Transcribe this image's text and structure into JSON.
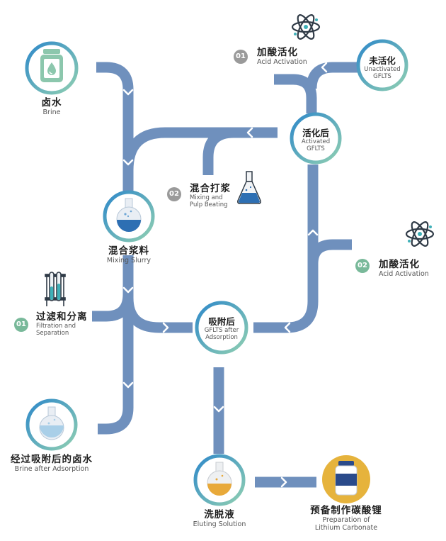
{
  "colors": {
    "pipe": "#6f90bd",
    "circle_gradient_blue": "#2f89c9",
    "circle_gradient_green": "#8fcfb2",
    "badge_grey": "#9a9a9a",
    "badge_green": "#79b99a",
    "product": "#e6b33c"
  },
  "nodes": {
    "brine": {
      "zh": "卤水",
      "en": "Brine",
      "icon": "brine-bottle-icon"
    },
    "unactivated": {
      "zh": "未活化",
      "en1": "Unactivated",
      "en2": "GFLTS"
    },
    "activated": {
      "zh": "活化后",
      "en1": "Activated",
      "en2": "GFLTS"
    },
    "mixing_slurry": {
      "zh": "混合浆料",
      "en": "Mixing Slurry",
      "icon": "round-flask-icon"
    },
    "after_adsorption": {
      "zh": "吸附后",
      "en1": "GFLTS after",
      "en2": "Adsorption"
    },
    "brine_after": {
      "zh": "经过吸附后的卤水",
      "en": "Brine after Adsorption",
      "icon": "round-flask-icon"
    },
    "eluting": {
      "zh": "洗脱液",
      "en": "Eluting Solution",
      "icon": "round-flask-icon"
    },
    "lithium_carbonate": {
      "zh": "预备制作碳酸锂",
      "en1": "Preparation of",
      "en2": "Lithium Carbonate",
      "icon": "product-bottle-icon"
    }
  },
  "steps": {
    "acid_activation_1": {
      "num": "01",
      "zh": "加酸活化",
      "en": "Acid Activation",
      "icon": "atom-icon"
    },
    "mixing_pulp": {
      "num": "02",
      "zh": "混合打浆",
      "en1": "Mixing and",
      "en2": "Pulp Beating",
      "icon": "erlenmeyer-flask-icon"
    },
    "acid_activation_2": {
      "num": "02",
      "zh": "加酸活化",
      "en": "Acid Activation",
      "icon": "atom-icon"
    },
    "filtration": {
      "num": "01",
      "zh": "过滤和分离",
      "en1": "Filtration and",
      "en2": "Separation",
      "icon": "test-tubes-icon"
    }
  }
}
